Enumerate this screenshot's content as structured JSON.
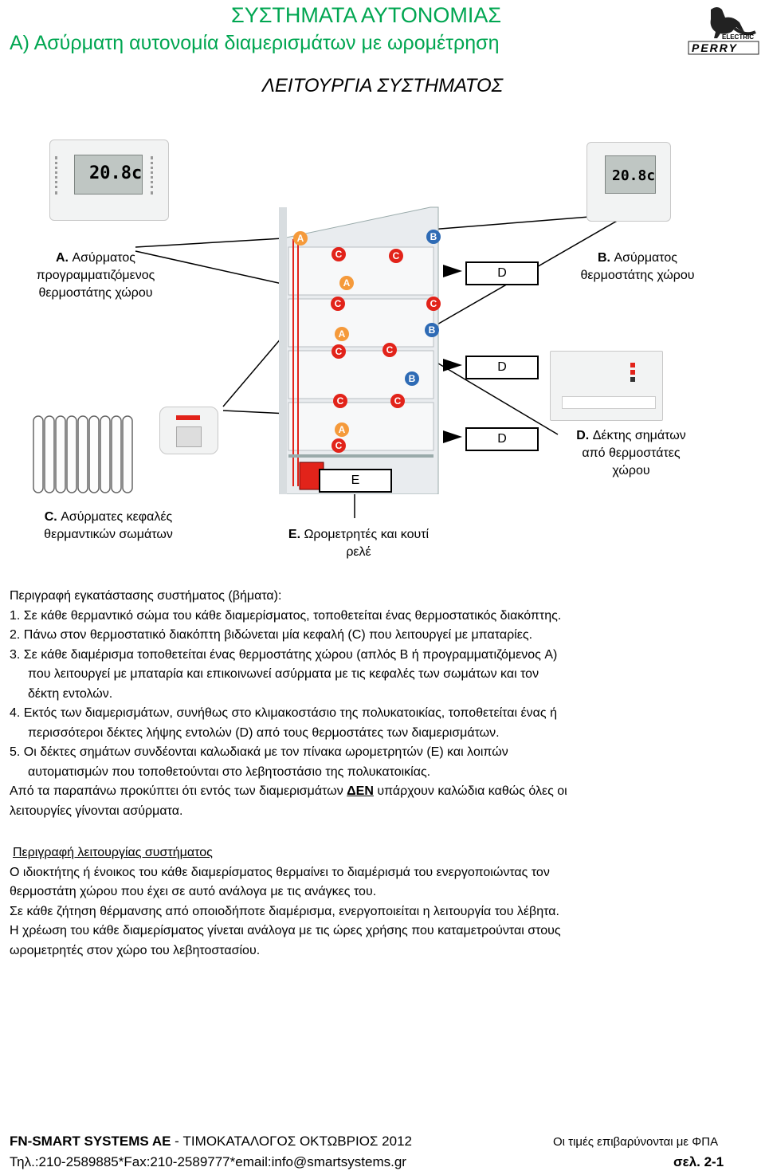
{
  "header": {
    "title": "ΣΥΣΤΗΜΑΤΑ ΑΥΤΟΝΟΜΙΑΣ",
    "subtitle": "Α) Ασύρματη αυτονομία διαμερισμάτων με ωρομέτρηση",
    "section": "ΛΕΙΤΟΥΡΓΙΑ ΣΥΣΤΗΜΑΤΟΣ",
    "logo_text": "PERRY",
    "logo_sub": "ELECTRIC"
  },
  "diagram": {
    "captions": {
      "a_letter": "A.",
      "a_text": "Ασύρματος προγραμματιζόμενος θερμοστάτης χώρου",
      "b_letter": "B.",
      "b_text": "Ασύρματος θερμοστάτης χώρου",
      "c_letter": "C.",
      "c_text": "Ασύρματες κεφαλές θερμαντικών σωμάτων",
      "d_letter": "D.",
      "d_text": "Δέκτης σημάτων από θερμοστάτες χώρου",
      "e_letter": "E.",
      "e_text": "Ωρομετρητές και κουτί ρελέ"
    },
    "tags": {
      "d1": "D",
      "d2": "D",
      "d3": "D",
      "e": "E"
    },
    "lcd_value": "20.8c"
  },
  "install": {
    "heading": "Περιγραφή εγκατάστασης συστήματος (βήματα):",
    "steps": [
      "1. Σε κάθε θερμαντικό σώμα του κάθε διαμερίσματος, τοποθετείται ένας θερμοστατικός διακόπτης.",
      "2. Πάνω στον θερμοστατικό διακόπτη βιδώνεται μία κεφαλή (C) που λειτουργεί με μπαταρίες.",
      "3. Σε κάθε διαμέρισμα  τοποθετείται ένας θερμοστάτης χώρου (απλός B ή προγραμματιζόμενος A)",
      "που λειτουργεί με μπαταρία και επικοινωνεί ασύρματα με τις κεφαλές των σωμάτων και τον",
      "δέκτη εντολών.",
      "4. Εκτός των διαμερισμάτων,  συνήθως στο κλιμακοστάσιο της πολυκατοικίας, τοποθετείται ένας ή",
      "περισσότεροι δέκτες λήψης εντολών (D) από τους θερμοστάτες των διαμερισμάτων.",
      "5. Οι δέκτες σημάτων συνδέονται καλωδιακά με τον πίνακα ωρομετρητών (E) και λοιπών",
      "αυτοματισμών που τοποθετούνται στο λεβητοστάσιο της πολυκατοικίας."
    ],
    "conclusion_pre": "Από τα παραπάνω προκύπτει ότι εντός των διαμερισμάτων ",
    "conclusion_bold": "ΔΕΝ",
    "conclusion_post": " υπάρχουν καλώδια καθώς όλες οι",
    "conclusion_line2": "λειτουργίες γίνονται ασύρματα."
  },
  "operation": {
    "heading": "Περιγραφή λειτουργίας συστήματος",
    "lines": [
      "Ο ιδιοκτήτης ή ένοικος του κάθε διαμερίσματος θερμαίνει το διαμέρισμά του ενεργοποιώντας τον",
      "θερμοστάτη χώρου που έχει σε αυτό ανάλογα με τις ανάγκες του.",
      "Σε κάθε ζήτηση θέρμανσης από οποιοδήποτε διαμέρισμα, ενεργοποιείται η λειτουργία του λέβητα.",
      "Η χρέωση του κάθε διαμερίσματος γίνεται ανάλογα με τις ώρες χρήσης που καταμετρούνται στους",
      "ωρομετρητές στον χώρο του λεβητοστασίου."
    ]
  },
  "footer": {
    "company_bold": "FN-SMART SYSTEMS AE",
    "company_rest": " - ΤΙΜΟΚΑΤΑΛΟΓΟΣ ΟΚΤΩΒΡΙΟΣ 2012",
    "contact": "Τηλ.:210-2589885*Fax:210-2589777*email:info@smartsystems.gr",
    "vat_note": "Οι τιμές επιβαρύνονται με ΦΠΑ",
    "page": "σελ. 2-1"
  },
  "colors": {
    "title_green": "#00a651",
    "pipe_red": "#e2231a",
    "marker_orange": "#f59a3b",
    "marker_blue": "#2e6bb5"
  }
}
